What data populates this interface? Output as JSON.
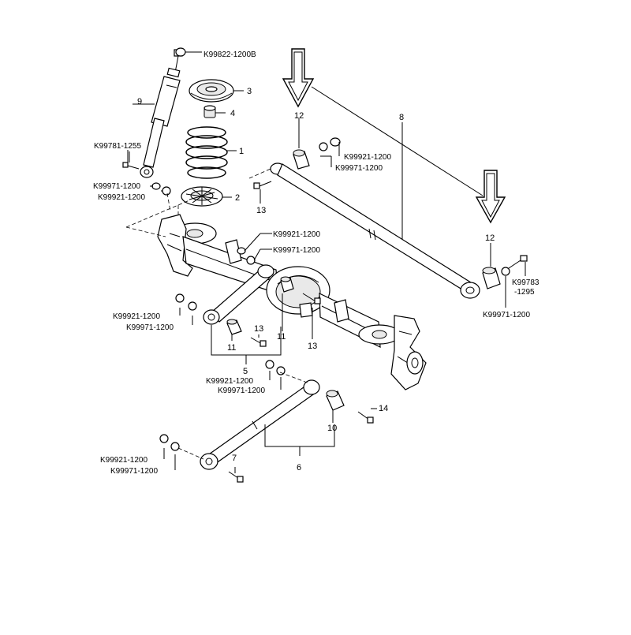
{
  "part_numbers": {
    "k99822_1200b": "K99822-1200B",
    "k99781_1255": "K99781-1255",
    "k99971_1200": "K99971-1200",
    "k99921_1200": "K99921-1200",
    "k99783": "K99783",
    "k1295": "-1295"
  },
  "callouts": {
    "c1": "1",
    "c2": "2",
    "c3": "3",
    "c4": "4",
    "c5": "5",
    "c6": "6",
    "c7": "7",
    "c8": "8",
    "c9": "9",
    "c10": "10",
    "c11": "11",
    "c12": "12",
    "c13": "13",
    "c14": "14"
  },
  "colors": {
    "ink": "#000000",
    "paper": "#ffffff"
  },
  "icons": {
    "arrow": "down-arrow-icon"
  }
}
